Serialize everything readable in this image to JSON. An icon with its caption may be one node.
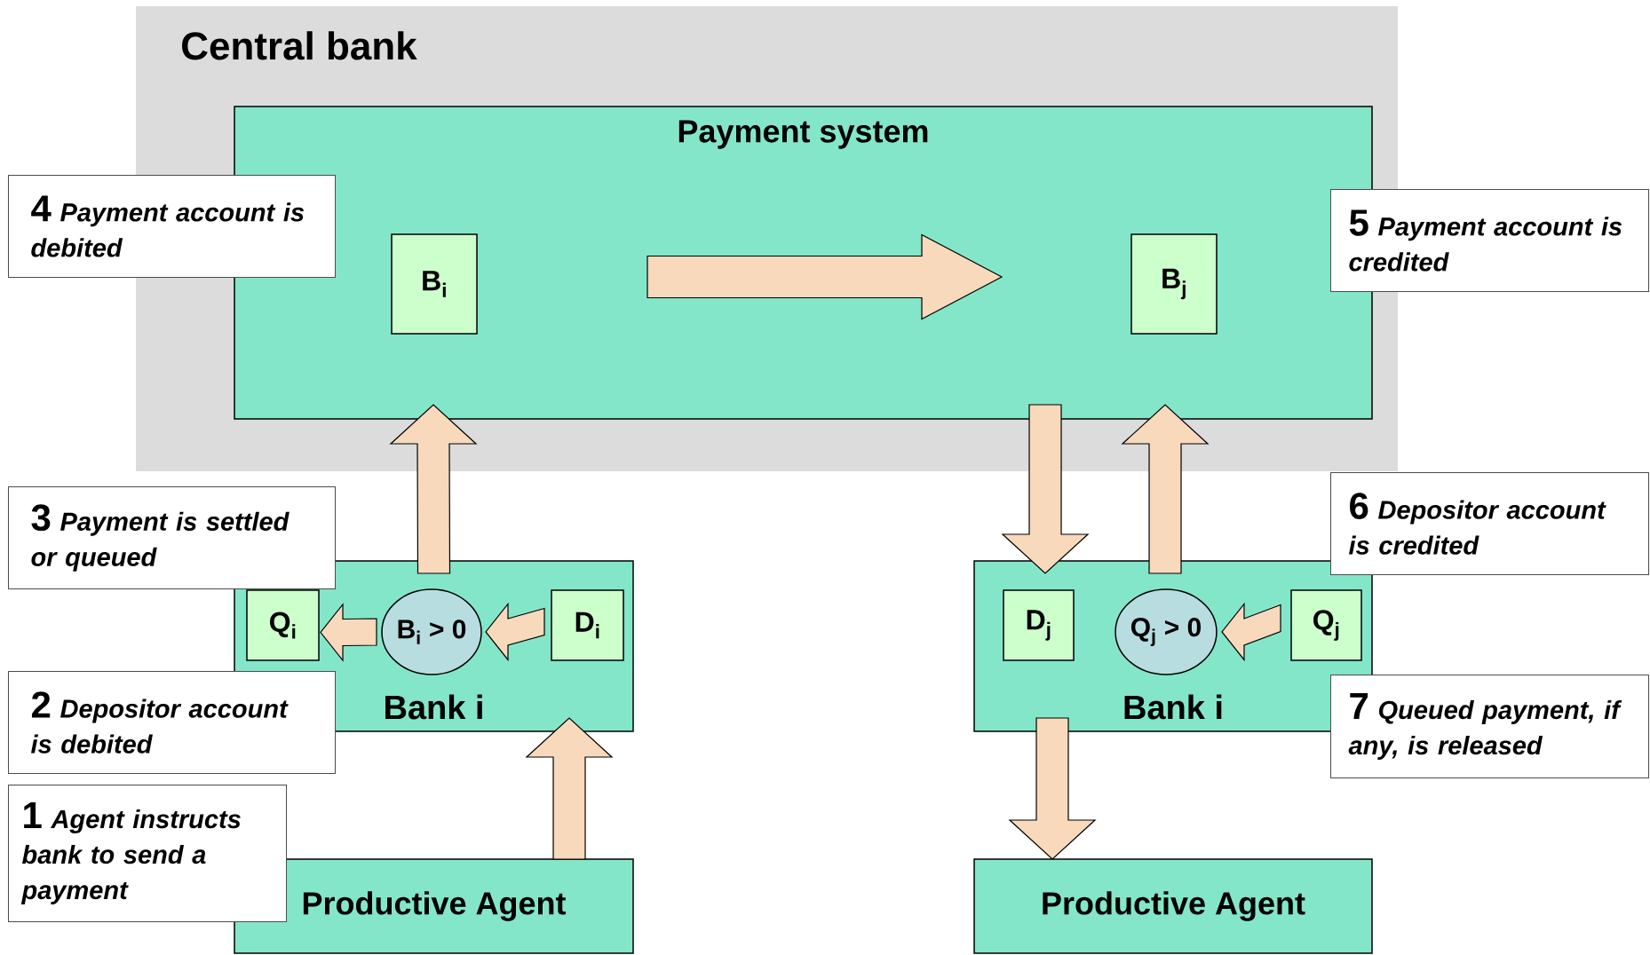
{
  "diagram": {
    "nodes": [
      {
        "text": [
          "Central bank"
        ]
      },
      {
        "text": [
          "Payment system"
        ],
        "in": 0
      },
      {
        "text": [
          "B$_{i}$"
        ],
        "in": 1
      },
      {
        "text": [
          "B$_{j}$"
        ],
        "in": 1
      },
      {
        "text": [
          "4",
          "Payment account is debited"
        ]
      },
      {
        "text": [
          "5",
          "Payment account is credited"
        ]
      },
      {
        "text": [
          "3",
          "Payment is settled or queued"
        ]
      },
      {
        "text": [
          "Bank i"
        ]
      },
      {
        "text": [
          "Q$_{i}$"
        ],
        "in": 7
      },
      {
        "text": [
          "B$_{i}$ > 0"
        ],
        "in": 7
      },
      {
        "text": [
          "D$_{i}$"
        ],
        "in": 7
      },
      {
        "text": [
          "Bank i"
        ]
      },
      {
        "text": [
          "D$_{j}$"
        ],
        "in": 11
      },
      {
        "text": [
          "Q$_{j}$ > 0"
        ],
        "in": 11
      },
      {
        "text": [
          "Q$_{j}$"
        ],
        "in": 11
      },
      {
        "text": [
          "6",
          "Depositor account is credited"
        ]
      },
      {
        "text": [
          "2",
          "Depositor account is debited"
        ]
      },
      {
        "text": [
          "7",
          "Queued payment, if any, is released"
        ]
      },
      {
        "text": [
          "1",
          "Agent instructs bank to send a payment"
        ]
      },
      {
        "text": [
          "Productive Agent"
        ]
      },
      {
        "text": [
          "Productive Agent"
        ]
      }
    ],
    "edges": [
      {
        "from": 2,
        "to": 3,
        "arrow": "to"
      },
      {
        "from": 7,
        "to": 1,
        "arrow": "to"
      },
      {
        "from": 1,
        "to": 11,
        "arrow": "to"
      },
      {
        "from": 11,
        "to": 1,
        "arrow": "to"
      },
      {
        "from": 9,
        "to": 8,
        "arrow": "to"
      },
      {
        "from": 10,
        "to": 9,
        "arrow": "to"
      },
      {
        "from": 14,
        "to": 13,
        "arrow": "to"
      },
      {
        "from": 19,
        "to": 7,
        "arrow": "to"
      },
      {
        "from": 11,
        "to": 20,
        "arrow": "to"
      }
    ]
  }
}
